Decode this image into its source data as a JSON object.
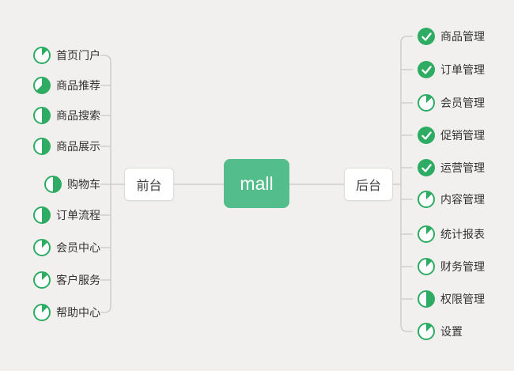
{
  "root": {
    "label": "mall"
  },
  "branches": {
    "frontend": {
      "label": "前台",
      "items": [
        {
          "label": "首页门户",
          "icon": "task-progress-pie-icon",
          "progress_percent": 12.5
        },
        {
          "label": "商品推荐",
          "icon": "task-progress-pie-icon",
          "progress_percent": 62.5
        },
        {
          "label": "商品搜索",
          "icon": "task-progress-pie-icon",
          "progress_percent": 50
        },
        {
          "label": "商品展示",
          "icon": "task-progress-pie-icon",
          "progress_percent": 50
        },
        {
          "label": "购物车",
          "icon": "task-progress-pie-icon",
          "progress_percent": 50
        },
        {
          "label": "订单流程",
          "icon": "task-progress-pie-icon",
          "progress_percent": 50
        },
        {
          "label": "会员中心",
          "icon": "task-progress-pie-icon",
          "progress_percent": 12.5
        },
        {
          "label": "客户服务",
          "icon": "task-progress-pie-icon",
          "progress_percent": 12.5
        },
        {
          "label": "帮助中心",
          "icon": "task-progress-pie-icon",
          "progress_percent": 12.5
        }
      ]
    },
    "backend": {
      "label": "后台",
      "items": [
        {
          "label": "商品管理",
          "icon": "task-done-check-icon",
          "progress_percent": 100,
          "done": true
        },
        {
          "label": "订单管理",
          "icon": "task-done-check-icon",
          "progress_percent": 100,
          "done": true
        },
        {
          "label": "会员管理",
          "icon": "task-progress-pie-icon",
          "progress_percent": 12.5
        },
        {
          "label": "促销管理",
          "icon": "task-done-check-icon",
          "progress_percent": 100,
          "done": true
        },
        {
          "label": "运营管理",
          "icon": "task-done-check-icon",
          "progress_percent": 100,
          "done": true
        },
        {
          "label": "内容管理",
          "icon": "task-progress-pie-icon",
          "progress_percent": 12.5
        },
        {
          "label": "统计报表",
          "icon": "task-progress-pie-icon",
          "progress_percent": 12.5
        },
        {
          "label": "财务管理",
          "icon": "task-progress-pie-icon",
          "progress_percent": 12.5
        },
        {
          "label": "权限管理",
          "icon": "task-progress-pie-icon",
          "progress_percent": 50
        },
        {
          "label": "设置",
          "icon": "task-progress-pie-icon",
          "progress_percent": 12.5
        }
      ]
    }
  },
  "colors": {
    "background": "#f1f0ee",
    "root_node_green": "#53be8b",
    "progress_green": "#2fac63",
    "connector_gray": "#c8c8c6",
    "node_border": "#dcdcda",
    "node_text": "#3f3f3f",
    "item_text": "#333333",
    "root_text": "#ffffff"
  }
}
